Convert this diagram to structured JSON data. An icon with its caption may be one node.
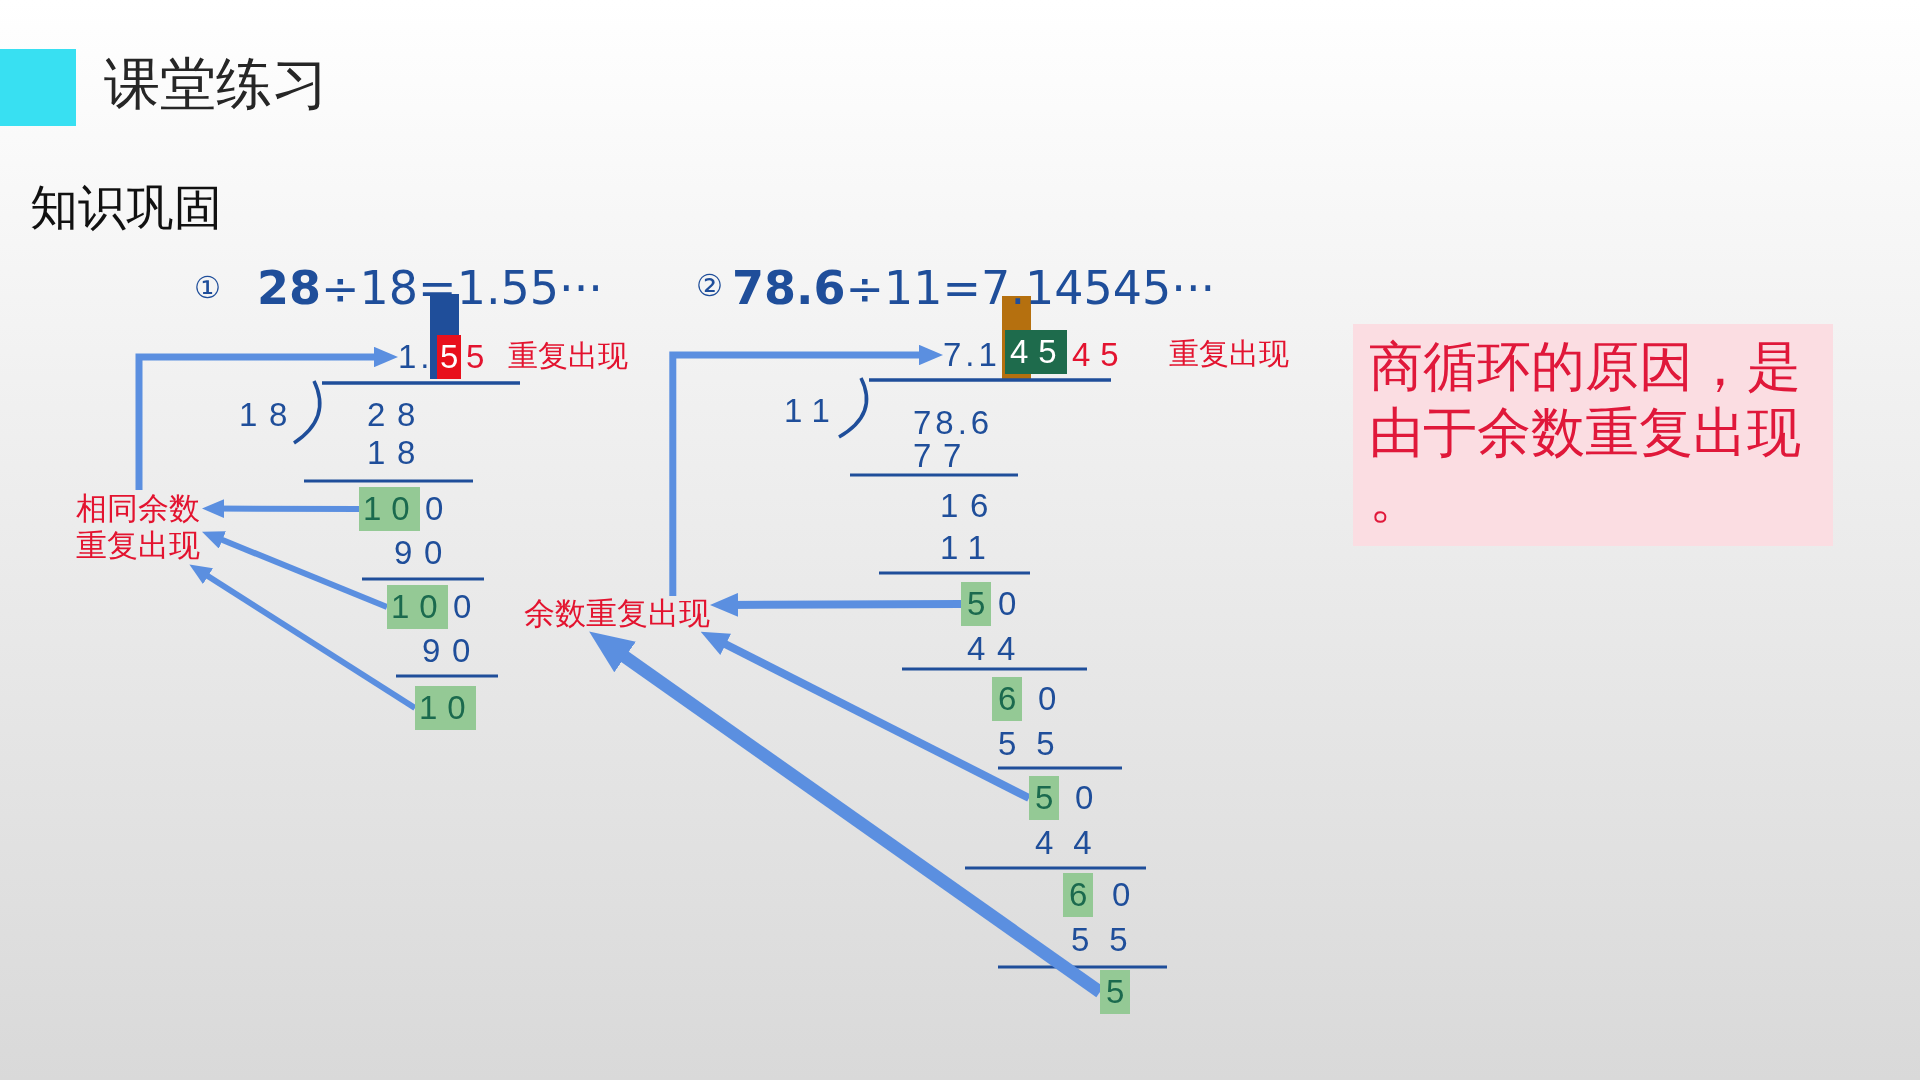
{
  "diagram": {
    "title": "课堂练习",
    "nodes": [
      {
        "text": [
          "1."
        ]
      },
      {
        "text": [
          "5"
        ]
      },
      {
        "text": [
          "7.1"
        ]
      },
      {
        "text": [
          "45"
        ]
      },
      {
        "text": [
          "商循环的原因，是由于余数重复出现。"
        ]
      },
      {
        "text": [
          "相同余数重复出现"
        ]
      },
      {
        "text": [
          "10"
        ]
      },
      {
        "text": [
          "10"
        ]
      },
      {
        "text": [
          "10"
        ]
      },
      {
        "text": [
          "余数重复出现"
        ]
      },
      {
        "text": [
          "5"
        ]
      },
      {
        "text": [
          "6"
        ]
      },
      {
        "text": [
          "5"
        ]
      },
      {
        "text": [
          "6"
        ]
      },
      {
        "text": [
          "5"
        ]
      }
    ],
    "edges": [
      {
        "from": 5,
        "to": 0,
        "arrow": "to"
      },
      {
        "from": 6,
        "to": 5,
        "arrow": "to"
      },
      {
        "from": 7,
        "to": 5,
        "arrow": "to"
      },
      {
        "from": 8,
        "to": 5,
        "arrow": "to"
      },
      {
        "from": 9,
        "to": 2,
        "arrow": "to"
      },
      {
        "from": 10,
        "to": 9,
        "arrow": "to"
      },
      {
        "from": 12,
        "to": 9,
        "arrow": "to"
      },
      {
        "from": 14,
        "to": 9,
        "arrow": "to",
        "style": "thick"
      }
    ],
    "labels": [
      "知识巩固",
      "①",
      "**28**÷18=1.55···",
      "②",
      "**78.6**÷11=7.14545···",
      "5",
      "重复出现",
      "45",
      "重复出现",
      "18",
      "28",
      "18",
      "0",
      "90",
      "0",
      "90",
      "11",
      "78.6",
      "77",
      "16",
      "11",
      "0",
      "44",
      "0",
      "55",
      "0",
      "44",
      "0",
      "55"
    ]
  }
}
